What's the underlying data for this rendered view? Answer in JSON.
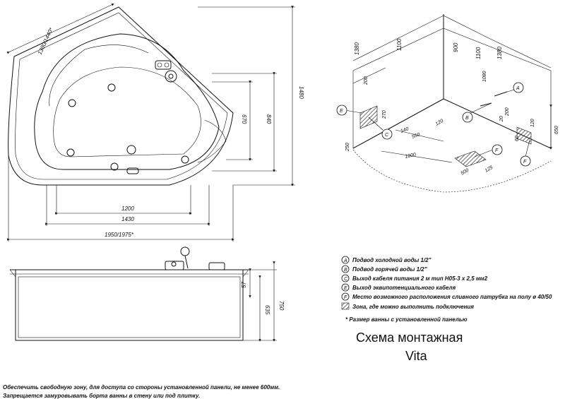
{
  "plan_view": {
    "dim_diagonal": "1380/1440*",
    "dim_top": "1480",
    "dim_840": "840",
    "dim_670": "670",
    "dim_1200": "1200",
    "dim_1430": "1430",
    "dim_1950": "1950/1975*"
  },
  "side_view": {
    "dim_750": "750",
    "dim_635": "635",
    "dim_57": "57"
  },
  "iso_view": {
    "dim_1380_left": "1380",
    "dim_1100_left": "1100",
    "dim_900": "900",
    "dim_1100_right": "1100",
    "dim_1380_right": "1380",
    "dim_200_a": "200",
    "dim_1080": "1080",
    "dim_650": "650",
    "dim_250": "250",
    "dim_200_b": "200",
    "dim_120": "120",
    "dim_550": "550",
    "dim_1000": "1000",
    "dim_500": "500",
    "dim_125": "125",
    "dim_120_b": "120",
    "dim_270": "270",
    "dim_140": "140",
    "dim_60": "60",
    "dim_20": "20",
    "markers": [
      "A",
      "B",
      "C",
      "E",
      "F",
      "F"
    ]
  },
  "legend": {
    "items": [
      {
        "key": "A",
        "text": "Подвод холодной воды 1/2\""
      },
      {
        "key": "B",
        "text": "Подвод горячей воды 1/2\""
      },
      {
        "key": "C",
        "text": "Выход кабеля питания  2 м тип Н05-3 х 2,5 мм2"
      },
      {
        "key": "E",
        "text": "Выход эквипотенциального кабеля"
      },
      {
        "key": "F",
        "text": "Место возможного расположения сливного патрубка на полу ø 40/50"
      }
    ],
    "hatch_text": "Зона, где можно выполнить  подключения",
    "footnote": "* Размер ванны с установленной панелью"
  },
  "title": {
    "line1": "Схема монтажная",
    "line2": "Vita"
  },
  "notes": {
    "line1": "Обеспечить свободную зону, для доступа со стороны установленной панели, не менее 600мм.",
    "line2": "Запрещается замуровывать борта ванны в стену или под плитку."
  }
}
